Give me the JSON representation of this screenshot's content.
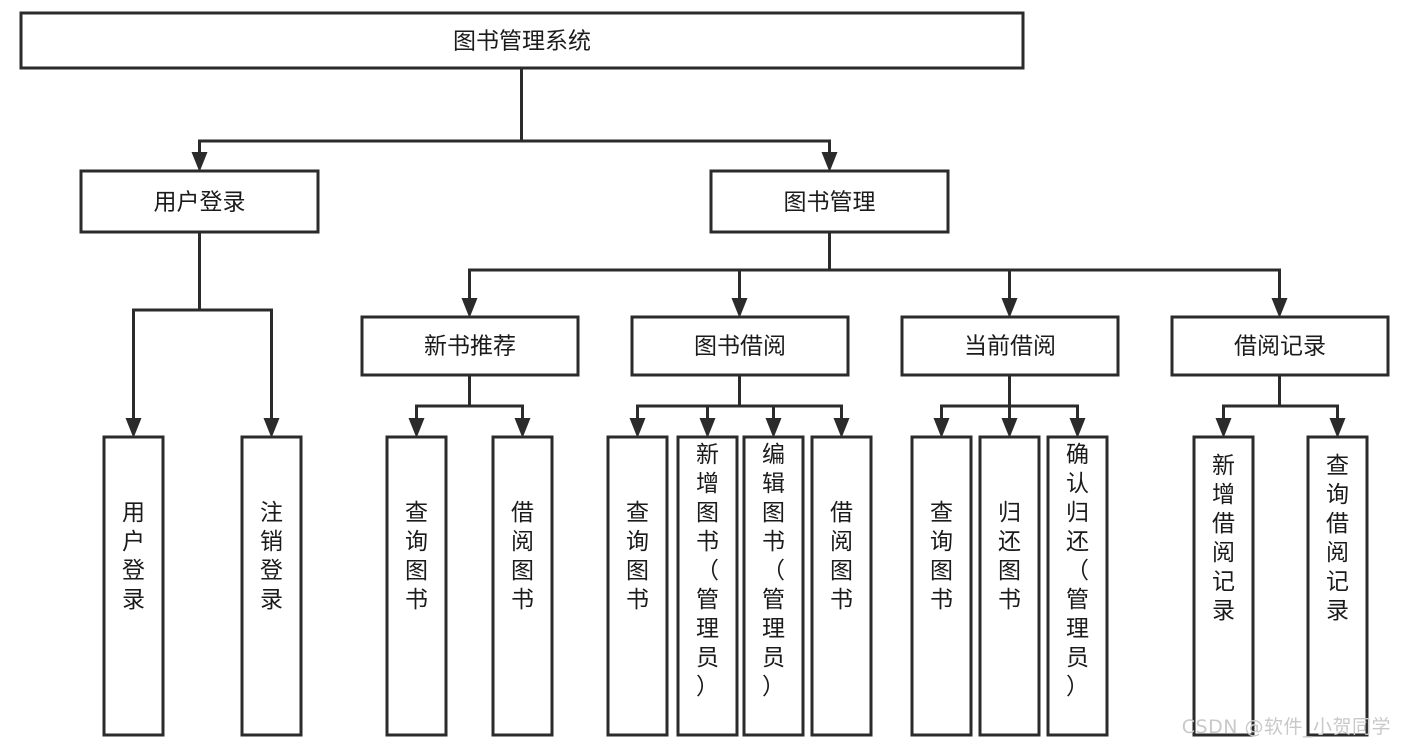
{
  "diagram": {
    "type": "tree",
    "title": "图书管理系统",
    "orientation": "top-down",
    "colors": {
      "box_stroke": "#2b2b2b",
      "box_fill": "#ffffff",
      "connector": "#2b2b2b",
      "text": "#1b1b1b",
      "watermark": "#c9c9c9",
      "background": "#ffffff"
    },
    "root": {
      "id": "root",
      "label": "图书管理系统"
    },
    "level2": [
      {
        "id": "user-login",
        "label": "用户登录"
      },
      {
        "id": "book-manage",
        "label": "图书管理"
      }
    ],
    "level3": [
      {
        "id": "new-book-recommend",
        "label": "新书推荐",
        "parent": "book-manage"
      },
      {
        "id": "book-borrow",
        "label": "图书借阅",
        "parent": "book-manage"
      },
      {
        "id": "current-borrow",
        "label": "当前借阅",
        "parent": "book-manage"
      },
      {
        "id": "borrow-record",
        "label": "借阅记录",
        "parent": "book-manage"
      }
    ],
    "leaves": [
      {
        "id": "leaf-user-login",
        "label": "用户登录",
        "parent": "user-login"
      },
      {
        "id": "leaf-logout-login",
        "label": "注销登录",
        "parent": "user-login"
      },
      {
        "id": "leaf-query-book-1",
        "label": "查询图书",
        "parent": "new-book-recommend"
      },
      {
        "id": "leaf-borrow-book-1",
        "label": "借阅图书",
        "parent": "new-book-recommend"
      },
      {
        "id": "leaf-query-book-2",
        "label": "查询图书",
        "parent": "book-borrow"
      },
      {
        "id": "leaf-add-book",
        "label": "新增图书（管理员）",
        "parent": "book-borrow"
      },
      {
        "id": "leaf-edit-book",
        "label": "编辑图书（管理员）",
        "parent": "book-borrow"
      },
      {
        "id": "leaf-borrow-book-2",
        "label": "借阅图书",
        "parent": "book-borrow"
      },
      {
        "id": "leaf-query-book-3",
        "label": "查询图书",
        "parent": "current-borrow"
      },
      {
        "id": "leaf-return-book",
        "label": "归还图书",
        "parent": "current-borrow"
      },
      {
        "id": "leaf-confirm-return",
        "label": "确认归还（管理员）",
        "parent": "current-borrow"
      },
      {
        "id": "leaf-add-record",
        "label": "新增借阅记录",
        "parent": "borrow-record"
      },
      {
        "id": "leaf-query-record",
        "label": "查询借阅记录",
        "parent": "borrow-record"
      }
    ]
  },
  "watermark": {
    "text": "CSDN @软件_小贺同学"
  }
}
